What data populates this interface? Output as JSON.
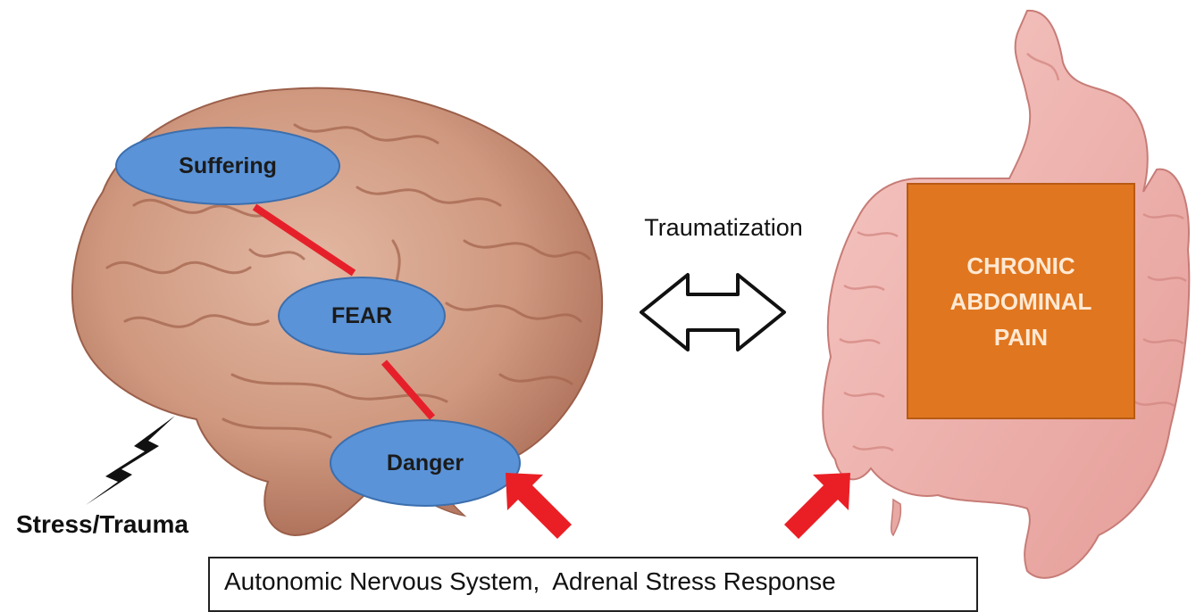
{
  "nodes": {
    "suffering": "Suffering",
    "fear": "FEAR",
    "danger": "Danger"
  },
  "traumatization_label": "Traumatization",
  "pain_box": {
    "line1": "CHRONIC",
    "line2": "ABDOMINAL",
    "line3": "PAIN"
  },
  "stress_label": "Stress/Trauma",
  "response_box": "Autonomic Nervous System,  Adrenal Stress Response",
  "colors": {
    "node_fill": "#5a93d8",
    "connector": "#e6202a",
    "arrow_red": "#ea1f25",
    "pain_box": "#e0761f",
    "brain": "#d6a18a",
    "intestine": "#f2b9b6"
  },
  "icons": [
    "brain-image",
    "digestive-tract-image",
    "lightning-bolt-icon",
    "double-arrow-icon"
  ]
}
